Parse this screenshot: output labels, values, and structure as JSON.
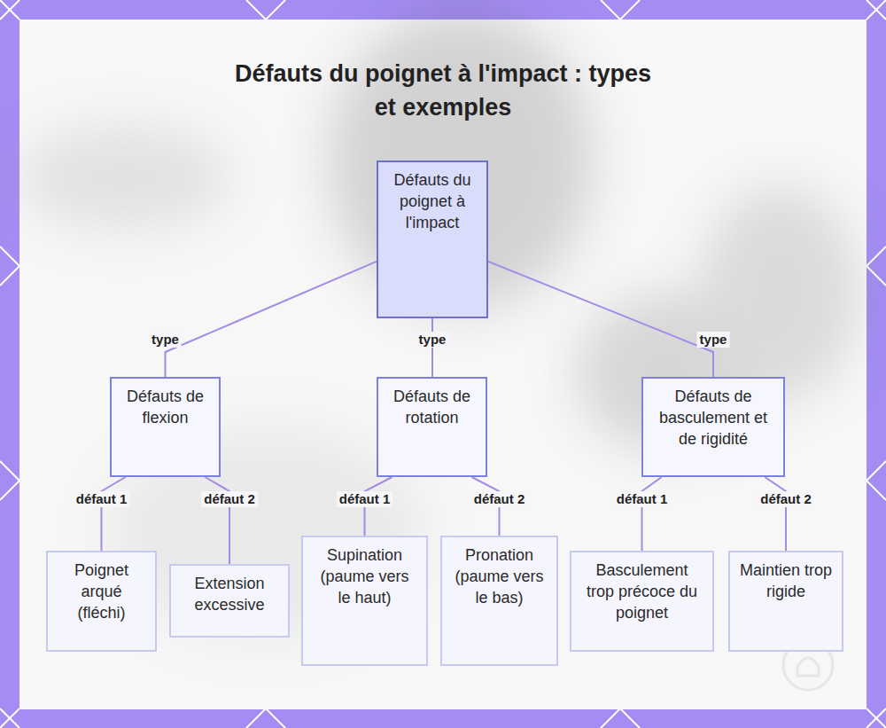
{
  "diagram": {
    "title": "Défauts du poignet à l'impact : types et exemples",
    "nodes": [
      {
        "text": [
          "Défauts du poignet à l'impact"
        ]
      },
      {
        "text": [
          "Défauts de flexion"
        ]
      },
      {
        "text": [
          "Défauts de rotation"
        ]
      },
      {
        "text": [
          "Défauts de basculement et de rigidité"
        ]
      },
      {
        "text": [
          "Poignet arqué (fléchi)"
        ]
      },
      {
        "text": [
          "Extension excessive"
        ]
      },
      {
        "text": [
          "Supination (paume vers le haut)"
        ]
      },
      {
        "text": [
          "Pronation (paume vers le bas)"
        ]
      },
      {
        "text": [
          "Basculement trop précoce du poignet"
        ]
      },
      {
        "text": [
          "Maintien trop rigide"
        ]
      }
    ],
    "edges": [
      {
        "from": 0,
        "to": 1,
        "label": "type",
        "arrow": "none"
      },
      {
        "from": 0,
        "to": 2,
        "label": "type",
        "arrow": "none"
      },
      {
        "from": 0,
        "to": 3,
        "label": "type",
        "arrow": "none"
      },
      {
        "from": 1,
        "to": 4,
        "label": "défaut 1",
        "arrow": "none"
      },
      {
        "from": 1,
        "to": 5,
        "label": "défaut 2",
        "arrow": "none"
      },
      {
        "from": 2,
        "to": 6,
        "label": "défaut 1",
        "arrow": "none"
      },
      {
        "from": 2,
        "to": 7,
        "label": "défaut 2",
        "arrow": "none"
      },
      {
        "from": 3,
        "to": 8,
        "label": "défaut 1",
        "arrow": "none"
      },
      {
        "from": 3,
        "to": 9,
        "label": "défaut 2",
        "arrow": "none"
      }
    ]
  }
}
